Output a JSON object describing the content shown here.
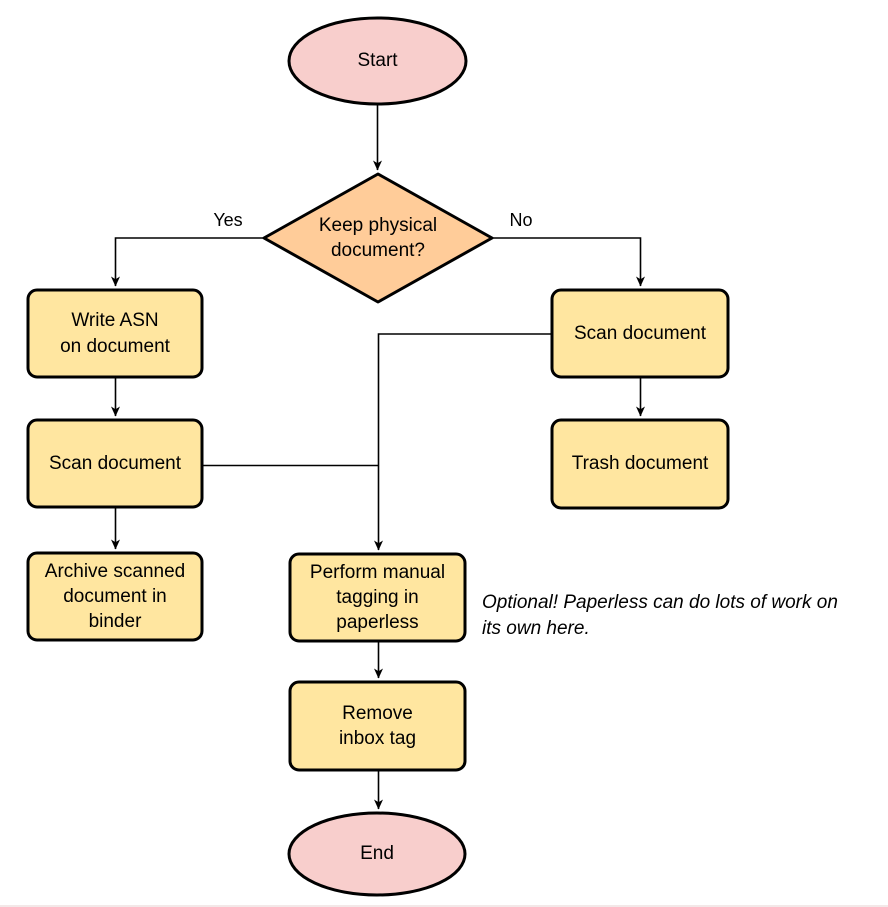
{
  "colors": {
    "terminal_fill": "#F8CECC",
    "decision_fill": "#FFCC99",
    "process_fill": "#FFE6A0",
    "stroke": "#000000",
    "bottom_edge_line": "#f3e8e8"
  },
  "nodes": {
    "start": {
      "label": "Start",
      "type": "terminal"
    },
    "decision": {
      "label": "Keep physical\ndocument?",
      "type": "decision"
    },
    "write_asn": {
      "label": "Write ASN\non document",
      "type": "process"
    },
    "scan_left": {
      "label": "Scan document",
      "type": "process"
    },
    "archive": {
      "label": "Archive scanned\ndocument in\nbinder",
      "type": "process"
    },
    "scan_right": {
      "label": "Scan document",
      "type": "process"
    },
    "trash": {
      "label": "Trash document",
      "type": "process"
    },
    "perform_tagging": {
      "label": "Perform manual\ntagging in\npaperless",
      "type": "process"
    },
    "remove_inbox": {
      "label": "Remove\ninbox tag",
      "type": "process"
    },
    "end": {
      "label": "End",
      "type": "terminal"
    }
  },
  "edge_labels": {
    "yes": "Yes",
    "no": "No"
  },
  "note": {
    "text": "Optional! Paperless can do lots of work on\nits own here."
  }
}
